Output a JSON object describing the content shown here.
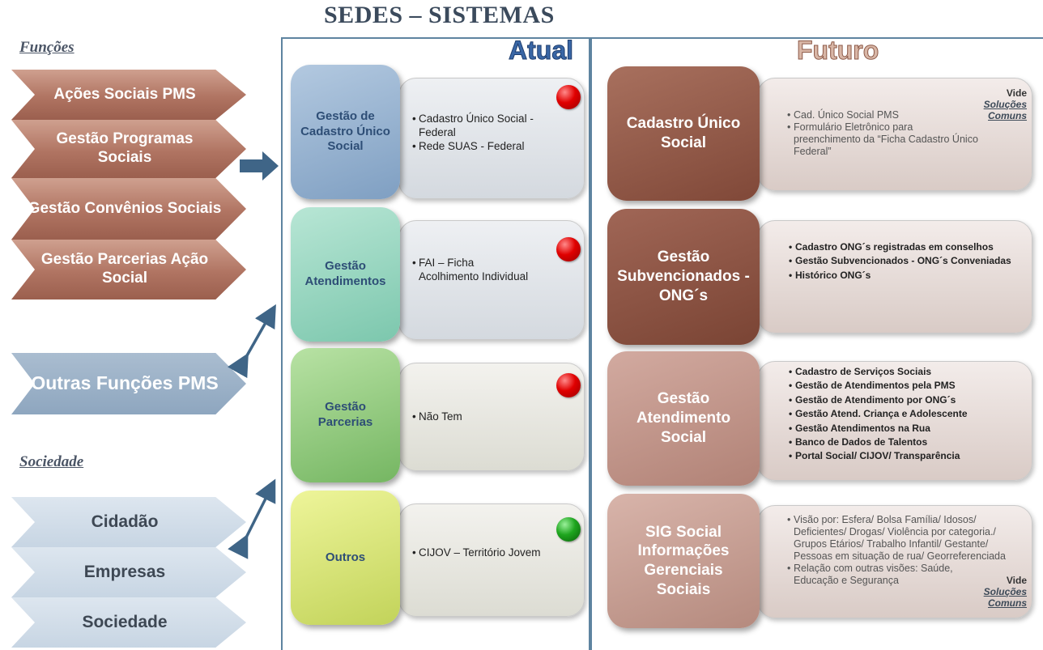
{
  "title": "SEDES – SISTEMAS",
  "left": {
    "funcoes_label": "Funções",
    "funcoes": [
      "Ações Sociais PMS",
      "Gestão Programas Sociais",
      "Gestão Convênios Sociais",
      "Gestão Parcerias Ação Social"
    ],
    "outras_funcoes": "Outras Funções PMS",
    "sociedade_label": "Sociedade",
    "sociedade": [
      "Cidadão",
      "Empresas",
      "Sociedade"
    ]
  },
  "atual": {
    "title": "Atual",
    "rows": [
      {
        "name": "Gestão de Cadastro Único Social",
        "items": [
          "Cadastro Único Social - Federal",
          "Rede SUAS - Federal"
        ],
        "status": "red"
      },
      {
        "name": "Gestão Atendimentos",
        "items": [
          "FAI – Ficha Acolhimento Individual"
        ],
        "status": "red"
      },
      {
        "name": "Gestão Parcerias",
        "items": [
          "Não Tem"
        ],
        "status": "red"
      },
      {
        "name": "Outros",
        "items": [
          "CIJOV – Território Jovem"
        ],
        "status": "green"
      }
    ]
  },
  "futuro": {
    "title": "Futuro",
    "rows": [
      {
        "name": "Cadastro Único Social",
        "items": [
          "Cad. Único Social PMS",
          "Formulário Eletrônico para preenchimento da “Ficha Cadastro Único Federal”"
        ],
        "vide": "Vide",
        "vide_link": "Soluções Comuns"
      },
      {
        "name": "Gestão Subvencionados - ONG´s",
        "items": [
          "Cadastro ONG´s registradas em conselhos",
          "Gestão Subvencionados - ONG´s Conveniadas",
          "Histórico ONG´s"
        ]
      },
      {
        "name": "Gestão Atendimento Social",
        "items": [
          "Cadastro de Serviços Sociais",
          "Gestão de Atendimentos pela PMS",
          "Gestão de Atendimento por ONG´s",
          "Gestão Atend. Criança e Adolescente",
          "Gestão Atendimentos na Rua",
          "Banco de Dados de Talentos",
          "Portal Social/ CIJOV/ Transparência"
        ]
      },
      {
        "name": "SIG Social Informações Gerenciais Sociais",
        "items": [
          "Visão por:  Esfera/ Bolsa Família/ Idosos/ Deficientes/ Drogas/ Violência por categoria./ Grupos Etários/ Trabalho Infantil/ Gestante/ Pessoas em situação de rua/ Georreferenciada",
          "Relação com outras visões: Saúde, Educação e Segurança"
        ],
        "vide": "Vide",
        "vide_link": "Soluções Comuns"
      }
    ]
  },
  "colors": {
    "panel_border": "#5e84a0",
    "arrow": "#3f6587",
    "status_red": "#e00000",
    "status_green": "#1ea51e"
  }
}
